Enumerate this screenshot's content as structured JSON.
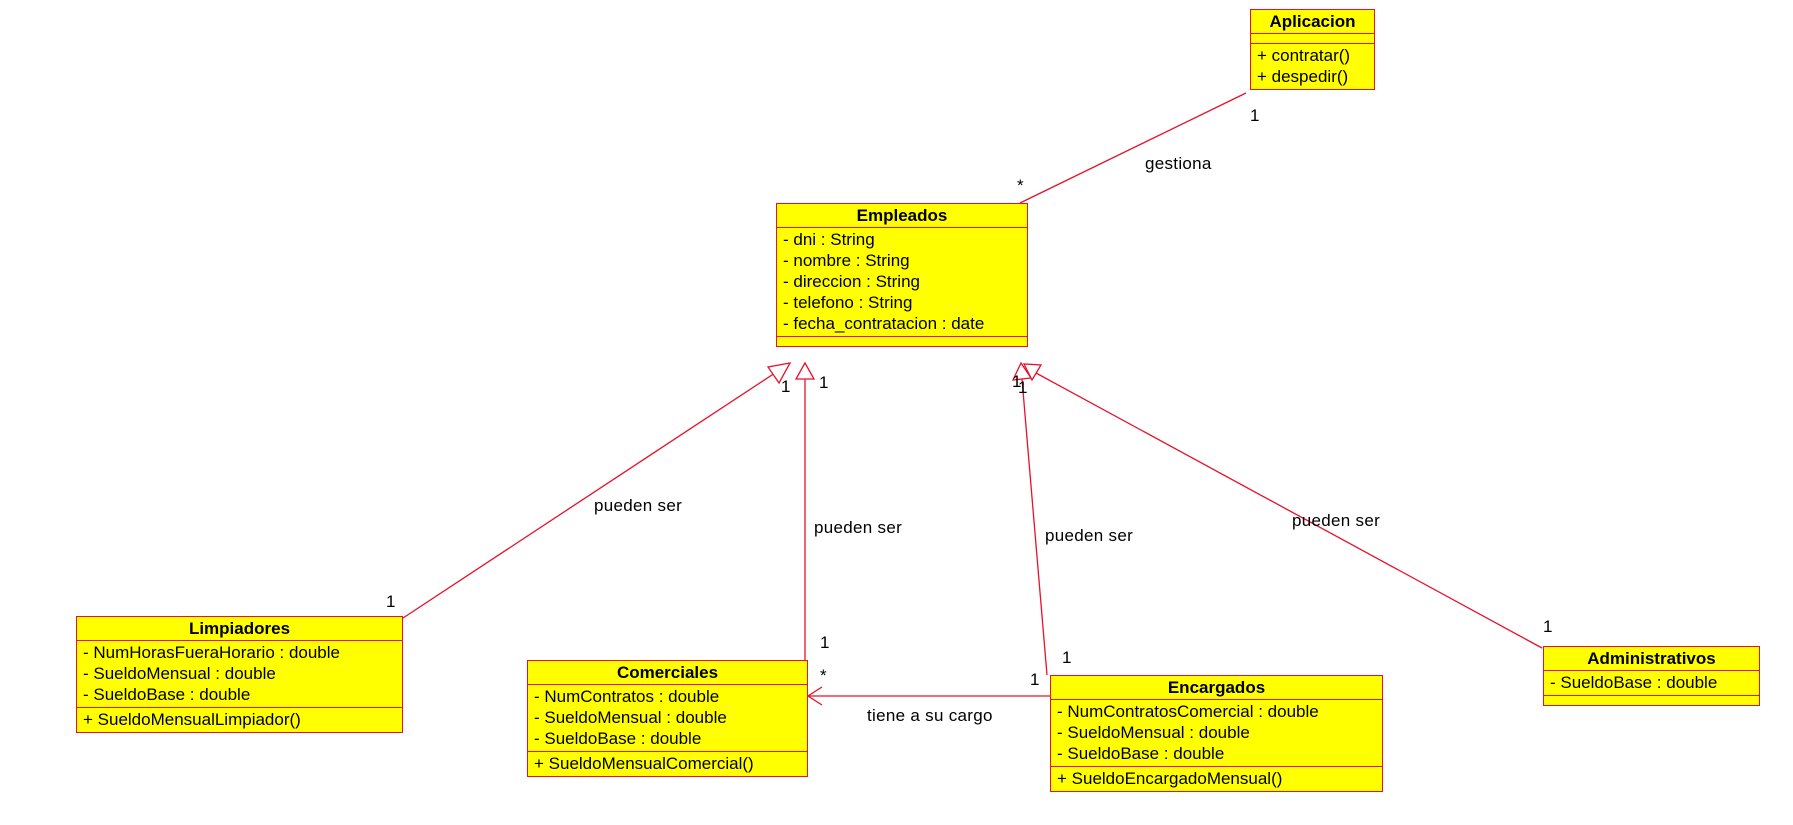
{
  "classes": {
    "aplicacion": {
      "name": "Aplicacion",
      "attributes": [],
      "operations": [
        "+ contratar()",
        "+ despedir()"
      ]
    },
    "empleados": {
      "name": "Empleados",
      "attributes": [
        "- dni : String",
        "- nombre : String",
        "- direccion : String",
        "- telefono : String",
        "- fecha_contratacion : date"
      ],
      "operations": []
    },
    "limpiadores": {
      "name": "Limpiadores",
      "attributes": [
        "- NumHorasFueraHorario : double",
        "- SueldoMensual : double",
        "- SueldoBase : double"
      ],
      "operations": [
        "+ SueldoMensualLimpiador()"
      ]
    },
    "comerciales": {
      "name": "Comerciales",
      "attributes": [
        "- NumContratos : double",
        "- SueldoMensual : double",
        "- SueldoBase : double"
      ],
      "operations": [
        "+ SueldoMensualComercial()"
      ]
    },
    "encargados": {
      "name": "Encargados",
      "attributes": [
        "- NumContratosComercial : double",
        "- SueldoMensual : double",
        "- SueldoBase : double"
      ],
      "operations": [
        "+ SueldoEncargadoMensual()"
      ]
    },
    "administrativos": {
      "name": "Administrativos",
      "attributes": [
        "- SueldoBase : double"
      ],
      "operations": []
    }
  },
  "associations": {
    "gestiona": {
      "label": "gestiona",
      "mult_aplicacion": "1",
      "mult_empleados": "*"
    },
    "limpiadores": {
      "label": "pueden ser",
      "mult_parent": "1",
      "mult_child": "1"
    },
    "comerciales": {
      "label": "pueden ser",
      "mult_parent": "1",
      "mult_child": "1"
    },
    "encargados": {
      "label": "pueden ser",
      "mult_parent": "1",
      "mult_child": "1"
    },
    "administrativos": {
      "label": "pueden ser",
      "mult_parent": "1",
      "mult_child": "1"
    },
    "tiene_a_su_cargo": {
      "label": "tiene a su cargo",
      "mult_encargados": "1",
      "mult_comerciales": "*"
    }
  },
  "colors": {
    "line": "#e8102a",
    "fill": "#ffff00",
    "text": "#000000"
  }
}
